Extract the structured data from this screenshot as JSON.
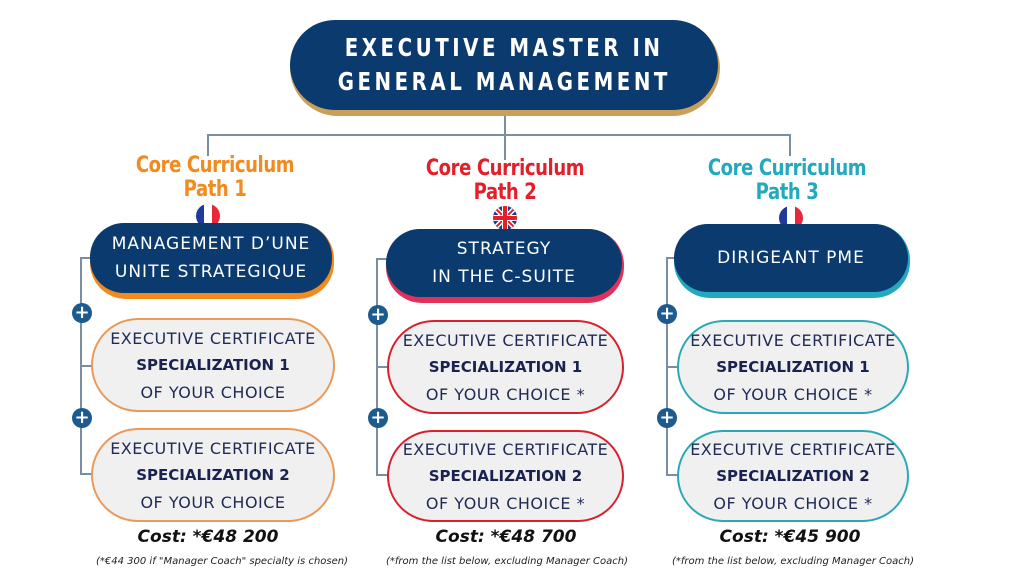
{
  "header": {
    "title_line1": "EXECUTIVE MASTER IN",
    "title_line2": "GENERAL MANAGEMENT",
    "pill_color": "#0a3a6e",
    "shadow_color": "#c9a05a"
  },
  "paths": [
    {
      "title_line1": "Core Curriculum",
      "title_line2": "Path 1",
      "accent_color": "#f28a1e",
      "flag": "france-flag-icon",
      "core_line1": "MANAGEMENT D’UNE",
      "core_line2": "UNITE STRATEGIQUE",
      "certs": [
        {
          "line1": "EXECUTIVE CERTIFICATE",
          "line2": "SPECIALIZATION 1",
          "line3": "OF YOUR CHOICE"
        },
        {
          "line1": "EXECUTIVE CERTIFICATE",
          "line2": "SPECIALIZATION 2",
          "line3": "OF YOUR CHOICE"
        }
      ],
      "cost": "Cost: *€48 200",
      "note": "(*€44 300 if \"Manager Coach\" specialty is chosen)"
    },
    {
      "title_line1": "Core Curriculum",
      "title_line2": "Path 2",
      "accent_color": "#e3202a",
      "flag": "uk-flag-icon",
      "core_line1": "STRATEGY",
      "core_line2": "IN THE C-SUITE",
      "certs": [
        {
          "line1": "EXECUTIVE CERTIFICATE",
          "line2": "SPECIALIZATION 1",
          "line3": "OF YOUR CHOICE *"
        },
        {
          "line1": "EXECUTIVE CERTIFICATE",
          "line2": "SPECIALIZATION 2",
          "line3": "OF YOUR CHOICE *"
        }
      ],
      "cost": "Cost: *€48 700",
      "note": "(*from the list below, excluding Manager Coach)"
    },
    {
      "title_line1": "Core Curriculum",
      "title_line2": "Path 3",
      "accent_color": "#22a9bf",
      "flag": "france-flag-icon",
      "core_line1": "DIRIGEANT PME",
      "core_line2": "",
      "certs": [
        {
          "line1": "EXECUTIVE CERTIFICATE",
          "line2": "SPECIALIZATION 1",
          "line3": "OF YOUR CHOICE *"
        },
        {
          "line1": "EXECUTIVE CERTIFICATE",
          "line2": "SPECIALIZATION 2",
          "line3": "OF YOUR CHOICE *"
        }
      ],
      "cost": "Cost: *€45 900",
      "note": "(*from the list below, excluding Manager Coach)"
    }
  ],
  "icons": {
    "plus": "+"
  }
}
